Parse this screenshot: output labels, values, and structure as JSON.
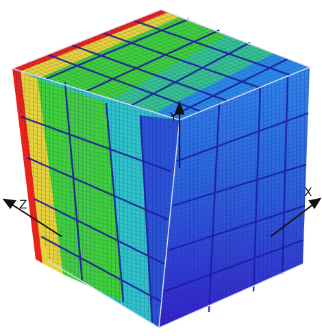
{
  "axes": {
    "x_label": "X",
    "y_label": "Y",
    "z_label": "Z"
  },
  "colors": {
    "band_red": "#e8231c",
    "band_yellow": "#e6d23a",
    "band_green": "#3fcf3c",
    "band_cyan": "#2fc2c8",
    "band_blue": "#2a8ae6",
    "band_deep_blue": "#2a52d8",
    "band_violet": "#3a2ad0",
    "grid_line": "#1a1a7a",
    "coarse_line": "#1c1c9e",
    "edge": "#dcdcf2",
    "axis": "#111111"
  }
}
